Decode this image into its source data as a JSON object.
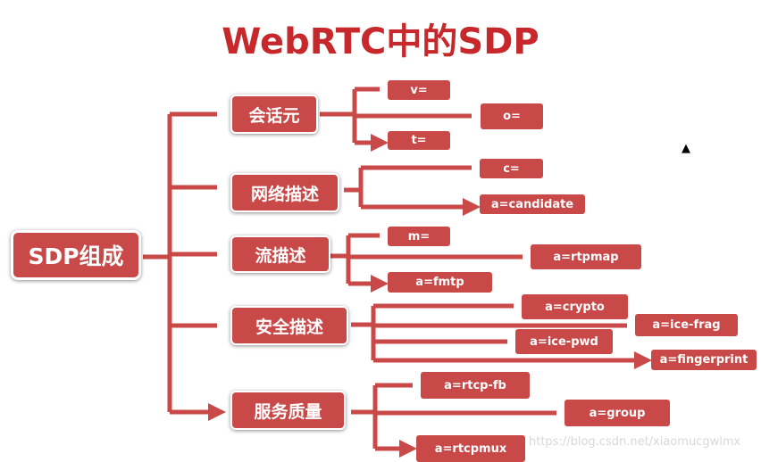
{
  "title": "WebRTC中的SDP",
  "root": "SDP组成",
  "groups": [
    {
      "label": "会话元",
      "items": [
        "v=",
        "o=",
        "t="
      ]
    },
    {
      "label": "网络描述",
      "items": [
        "c=",
        "a=candidate"
      ]
    },
    {
      "label": "流描述",
      "items": [
        "m=",
        "a=rtpmap",
        "a=fmtp"
      ]
    },
    {
      "label": "安全描述",
      "items": [
        "a=crypto",
        "a=ice-frag",
        "a=ice-pwd",
        "a=fingerprint"
      ]
    },
    {
      "label": "服务质量",
      "items": [
        "a=rtcp-fb",
        "a=group",
        "a=rtcpmux"
      ]
    }
  ],
  "watermark": "https://blog.csdn.net/xiaomucgwlmx",
  "colors": {
    "box": "#c94848",
    "title": "#c6282b"
  }
}
